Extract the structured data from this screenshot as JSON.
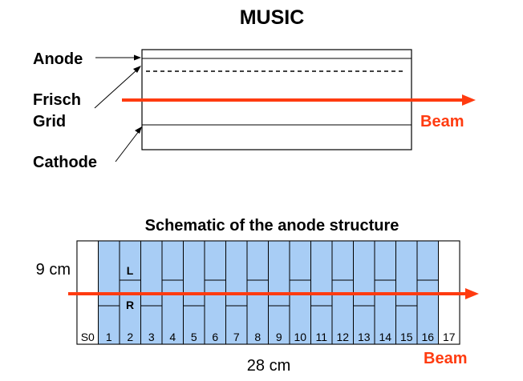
{
  "top": {
    "title": "MUSIC",
    "labels": {
      "anode": "Anode",
      "frisch_line1": "Frisch",
      "frisch_line2": "Grid",
      "cathode": "Cathode",
      "beam": "Beam"
    }
  },
  "bottom": {
    "title": "Schematic of the anode structure",
    "height_label": "9 cm",
    "width_label": "28 cm",
    "beam": "Beam",
    "strip_labels": [
      "S0",
      "1",
      "2",
      "3",
      "4",
      "5",
      "6",
      "7",
      "8",
      "9",
      "10",
      "11",
      "12",
      "13",
      "14",
      "15",
      "16",
      "17"
    ],
    "left_label": "L",
    "right_label": "R"
  },
  "colors": {
    "beam": "#ff3b10",
    "strip_fill": "#a8cdf5",
    "line": "#000000"
  }
}
